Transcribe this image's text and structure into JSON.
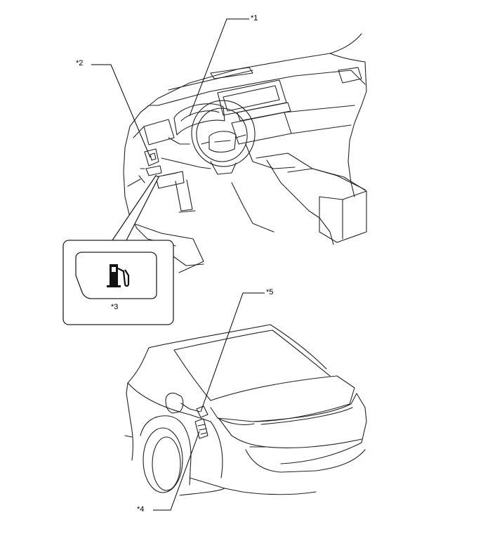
{
  "labels": {
    "c1": "*1",
    "c2": "*2",
    "c3": "*3",
    "c4": "*4",
    "c5": "*5"
  },
  "icons": {
    "inset": "fuel-pump-icon"
  },
  "colors": {
    "line": "#000000",
    "stroke": "#222222",
    "background": "#ffffff"
  }
}
